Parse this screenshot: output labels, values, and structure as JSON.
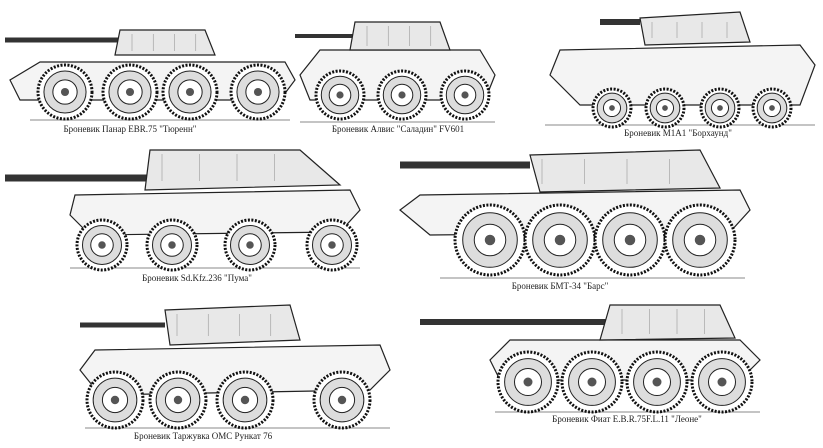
{
  "vehicles": [
    {
      "caption": "Броневик Панар EBR.75 \"Тюренн\""
    },
    {
      "caption": "Броневик Алвис \"Саладин\" FV601"
    },
    {
      "caption": "Броневик M1A1 \"Борхаунд\""
    },
    {
      "caption": "Броневик Sd.Kfz.236 \"Пума\""
    },
    {
      "caption": "Броневик БМТ-34 \"Барс\""
    },
    {
      "caption": "Броневик Таржувка ОМС Рункат 76"
    },
    {
      "caption": "Броневик Фиат E.B.R.75F.L.11 \"Леоне\""
    }
  ]
}
